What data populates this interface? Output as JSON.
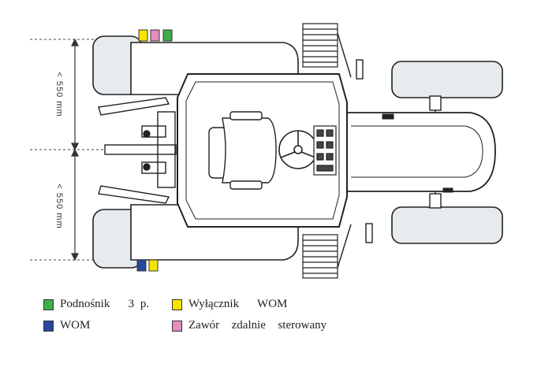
{
  "colors": {
    "green": "#3fae49",
    "pink": "#e58cc0",
    "yellow": "#f5e400",
    "blue": "#27479c",
    "tire": "#e6ebee",
    "outline": "#222222"
  },
  "dimensions": {
    "upper": "< 550 mm",
    "lower": "< 550 mm"
  },
  "legend": {
    "lift": "Podnośnik   3 p.",
    "pto_switch": "Wyłącznik   WOM",
    "pto": "WOM",
    "remote_valve": "Zawór  zdalnie  sterowany"
  }
}
